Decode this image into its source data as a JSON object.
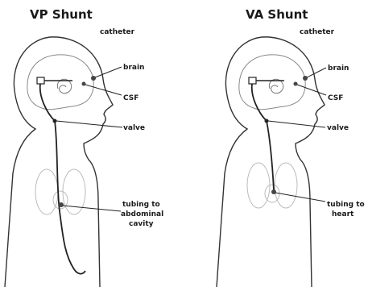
{
  "diagrams": [
    {
      "title": "VP Shunt",
      "labels": {
        "catheter": "catheter",
        "brain": "brain",
        "csf": "CSF",
        "valve": "valve",
        "tubing_line1": "tubing to",
        "tubing_line2": "abdominal",
        "tubing_line3": "cavity"
      }
    },
    {
      "title": "VA Shunt",
      "labels": {
        "catheter": "catheter",
        "brain": "brain",
        "csf": "CSF",
        "valve": "valve",
        "tubing_line1": "tubing to",
        "tubing_line2": "heart"
      }
    }
  ]
}
